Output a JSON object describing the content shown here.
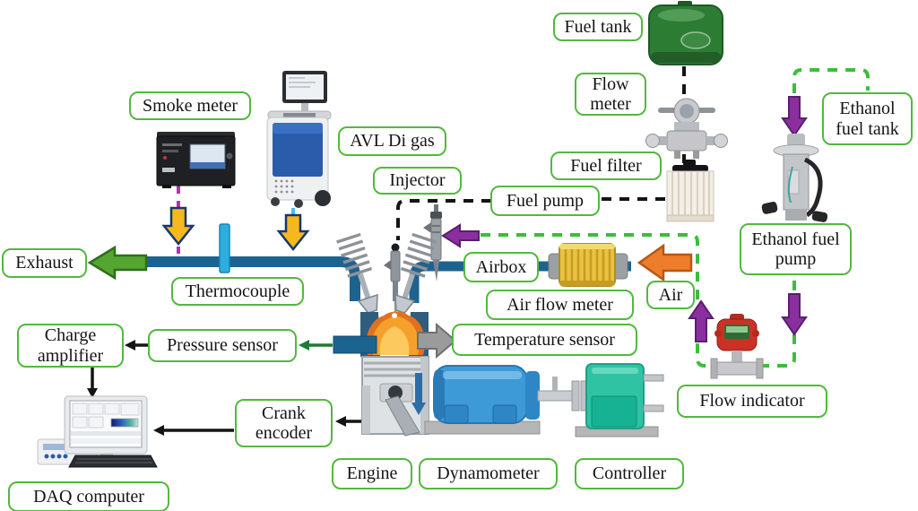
{
  "diagram_type": "engine-test-bench-schematic",
  "labels": {
    "fuel_tank": "Fuel tank",
    "flow_meter": "Flow meter",
    "fuel_filter": "Fuel filter",
    "fuel_pump": "Fuel pump",
    "ethanol_fuel_tank": "Ethanol fuel tank",
    "ethanol_fuel_pump": "Ethanol fuel pump",
    "smoke_meter": "Smoke meter",
    "avl_di_gas": "AVL Di gas",
    "injector": "Injector",
    "exhaust": "Exhaust",
    "thermocouple": "Thermocouple",
    "airbox": "Airbox",
    "air_flow_meter": "Air flow meter",
    "air": "Air",
    "temperature_sensor": "Temperature sensor",
    "charge_amplifier": "Charge amplifier",
    "pressure_sensor": "Pressure sensor",
    "crank_encoder": "Crank encoder",
    "flow_indicator": "Flow indicator",
    "engine": "Engine",
    "dynamometer": "Dynamometer",
    "controller": "Controller",
    "daq_computer": "DAQ computer"
  },
  "devices": [
    "smoke-meter-analyzer",
    "avl-di-gas-cart",
    "fuel-tank",
    "fuel-flow-meter",
    "fuel-filter",
    "ethanol-fuel-pump",
    "ethanol-flow-indicator",
    "air-flow-meter-coil",
    "thermocouple-probe",
    "fuel-injectors",
    "engine-cylinder",
    "dynamometer-motor",
    "controller-unit",
    "daq-computer-workstation"
  ],
  "colors": {
    "label_border_green": "#53b83e",
    "ethanol_line_green": "#3cbd3c",
    "fuel_line_black": "#141414",
    "smoke_sample_line_magenta": "#bb2fae",
    "avl_sample_line_cyan": "#41c0f0",
    "pipe_teal": "#1d6390",
    "exhaust_arrow_green": "#55a630",
    "sample_arrow_yellow": "#f5b81d",
    "flow_arrow_purple": "#8b2fa0",
    "air_arrow_orange": "#ed7c2b",
    "work_arrow_gray": "#9b9b9b"
  }
}
